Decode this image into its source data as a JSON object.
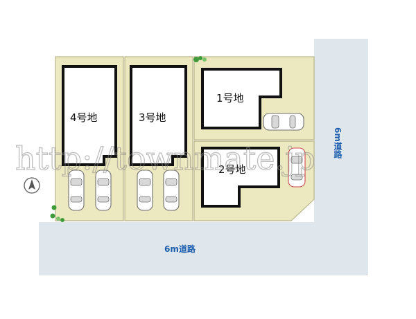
{
  "lots": [
    {
      "label": "4号地"
    },
    {
      "label": "3号地"
    },
    {
      "label": "1号地"
    },
    {
      "label": "2号地"
    }
  ],
  "roads": {
    "south_label": "6m道路",
    "east_label": "6m道路"
  },
  "watermark": "http://townmate.jp",
  "compass": {
    "direction": "N"
  },
  "colors": {
    "lot": "#ece8bf",
    "road": "#dfe7ec",
    "road_label": "#1c5fae",
    "house_outline": "#111111"
  }
}
